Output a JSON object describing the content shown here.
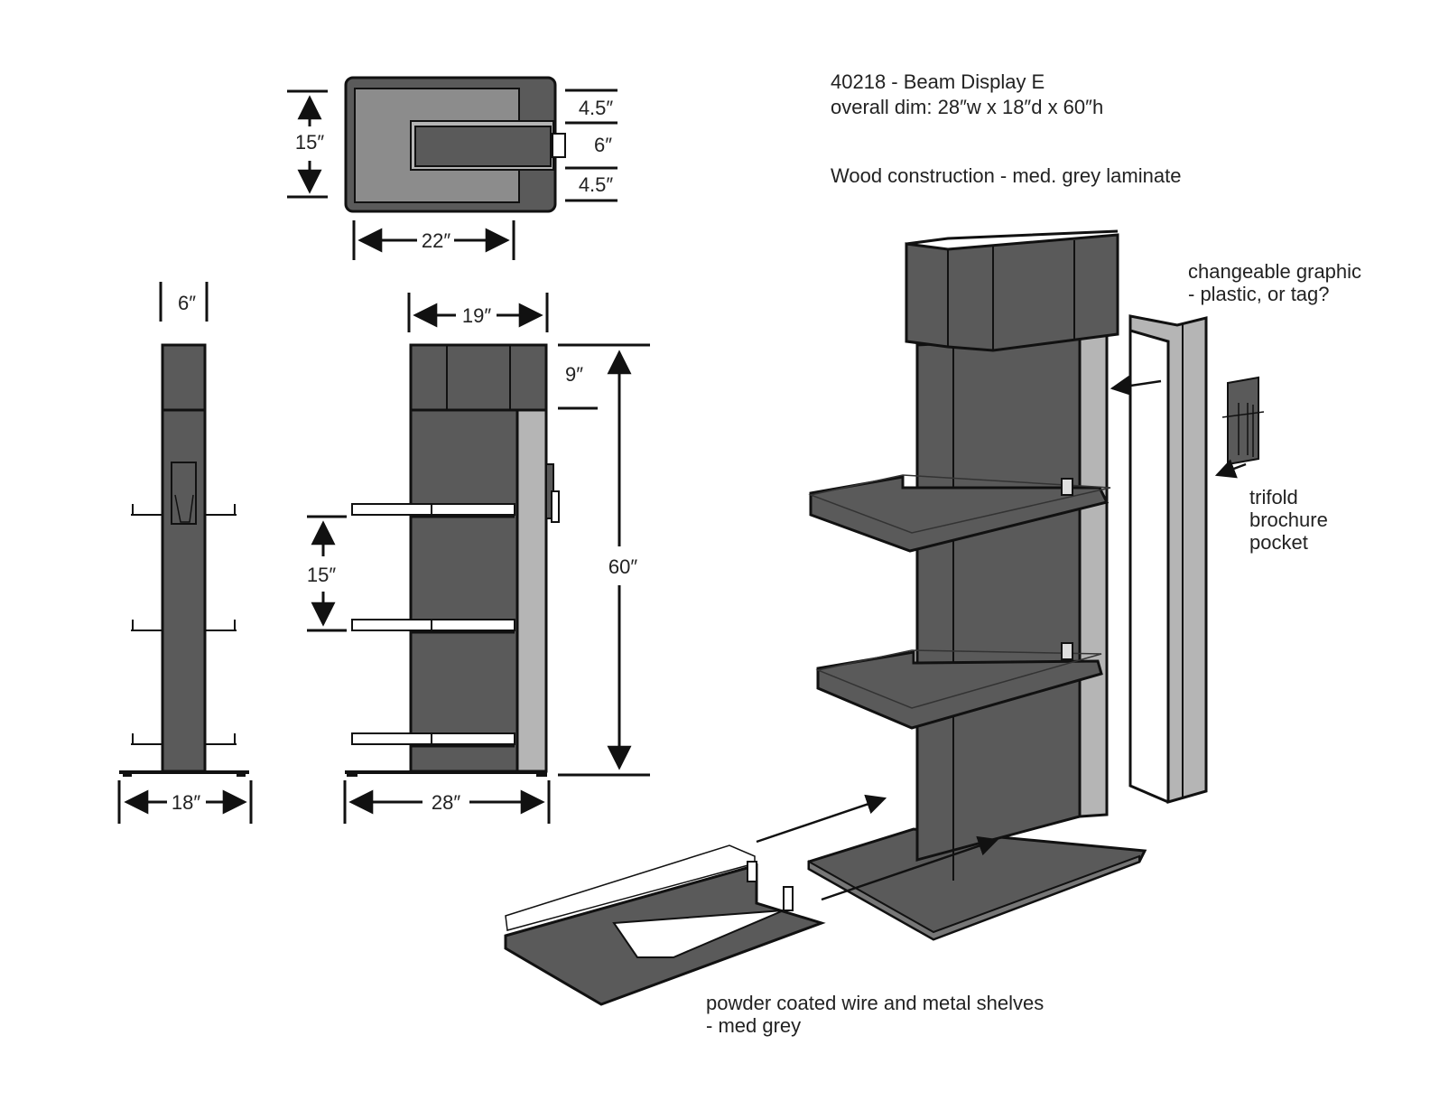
{
  "title": {
    "line1": "40218 - Beam Display E",
    "line2": "overall dim: 28″w x 18″d x 60″h",
    "material": "Wood construction - med. grey laminate"
  },
  "top_view": {
    "dim_depth": "15″",
    "dim_width": "22″",
    "dim_side_a": "4.5″",
    "dim_center": "6″",
    "dim_side_b": "4.5″"
  },
  "side_view": {
    "dim_column": "6″",
    "dim_base": "18″"
  },
  "front_view": {
    "dim_header_width": "19″",
    "dim_header_height": "9″",
    "dim_total_height": "60″",
    "dim_shelf_spacing": "15″",
    "dim_base_width": "28″"
  },
  "callouts": {
    "graphic_line1": "changeable graphic",
    "graphic_line2": "- plastic, or tag?",
    "pocket_line1": "trifold",
    "pocket_line2": "brochure",
    "pocket_line3": "pocket",
    "shelves_line1": "powder coated wire and metal shelves",
    "shelves_line2": "- med grey"
  },
  "colors": {
    "dark_grey": "#5a5a5a",
    "mid_grey": "#8c8c8c",
    "light_grey": "#b5b5b5",
    "line": "#111111"
  }
}
